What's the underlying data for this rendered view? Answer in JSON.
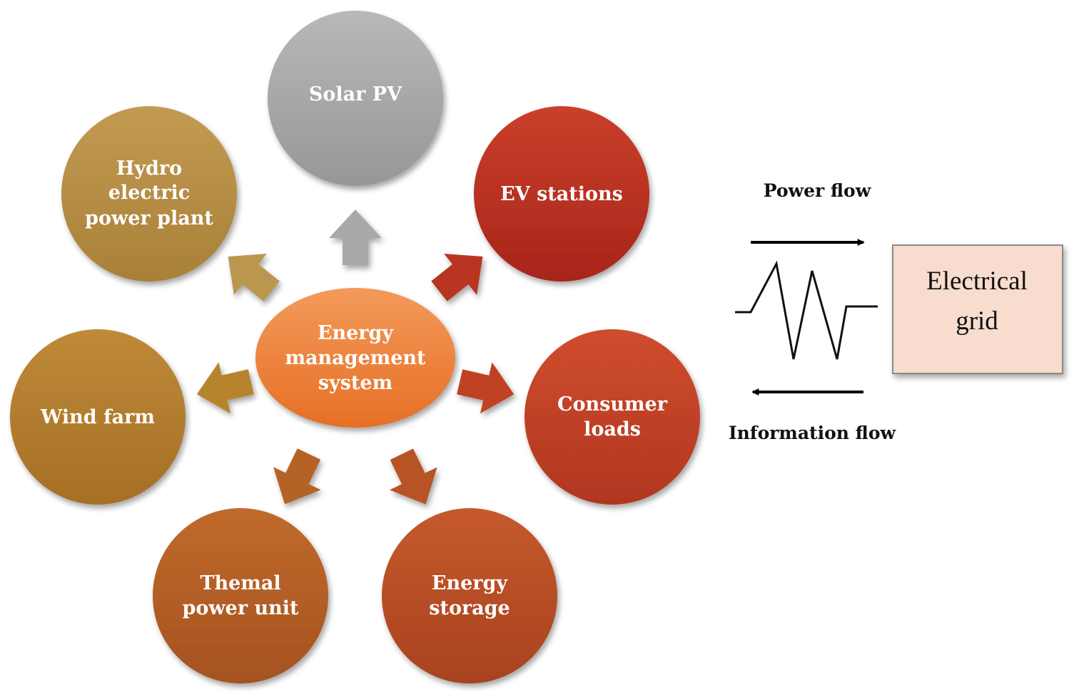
{
  "center": {
    "lines": [
      "Energy",
      "management",
      "system"
    ],
    "color_top": "#f39a5b",
    "color_bottom": "#e66f25"
  },
  "nodes": [
    {
      "id": "solar-pv",
      "lines": [
        "Solar PV"
      ],
      "color_top": "#b8b8b8",
      "color_bottom": "#979797"
    },
    {
      "id": "ev-stations",
      "lines": [
        "EV stations"
      ],
      "color_top": "#c9402b",
      "color_bottom": "#a8241a"
    },
    {
      "id": "consumer-loads",
      "lines": [
        "Consumer",
        "loads"
      ],
      "color_top": "#cf4d2e",
      "color_bottom": "#b1361f"
    },
    {
      "id": "energy-storage",
      "lines": [
        "Energy",
        "storage"
      ],
      "color_top": "#c55a2c",
      "color_bottom": "#a8421f"
    },
    {
      "id": "thermal-power-unit",
      "lines": [
        "Themal",
        "power unit"
      ],
      "color_top": "#c06a2c",
      "color_bottom": "#a5521f"
    },
    {
      "id": "wind-farm",
      "lines": [
        "Wind farm"
      ],
      "color_top": "#be8a38",
      "color_bottom": "#a66f25"
    },
    {
      "id": "hydro-power-plant",
      "lines": [
        "Hydro",
        "electric",
        "power plant"
      ],
      "color_top": "#c29a52",
      "color_bottom": "#a88038"
    }
  ],
  "arrows": [
    {
      "target": "solar-pv",
      "color": "#a9a9a9"
    },
    {
      "target": "ev-stations",
      "color": "#b83422"
    },
    {
      "target": "consumer-loads",
      "color": "#bf4323"
    },
    {
      "target": "energy-storage",
      "color": "#b85325"
    },
    {
      "target": "thermal-power-unit",
      "color": "#b56225"
    },
    {
      "target": "wind-farm",
      "color": "#b7842f"
    },
    {
      "target": "hydro-power-plant",
      "color": "#bb9650"
    }
  ],
  "flows": {
    "power_label": "Power flow",
    "information_label": "Information flow"
  },
  "grid": {
    "lines": [
      "Electrical",
      "grid"
    ],
    "fill": "#f8dccd",
    "border": "#8a8a8a"
  }
}
